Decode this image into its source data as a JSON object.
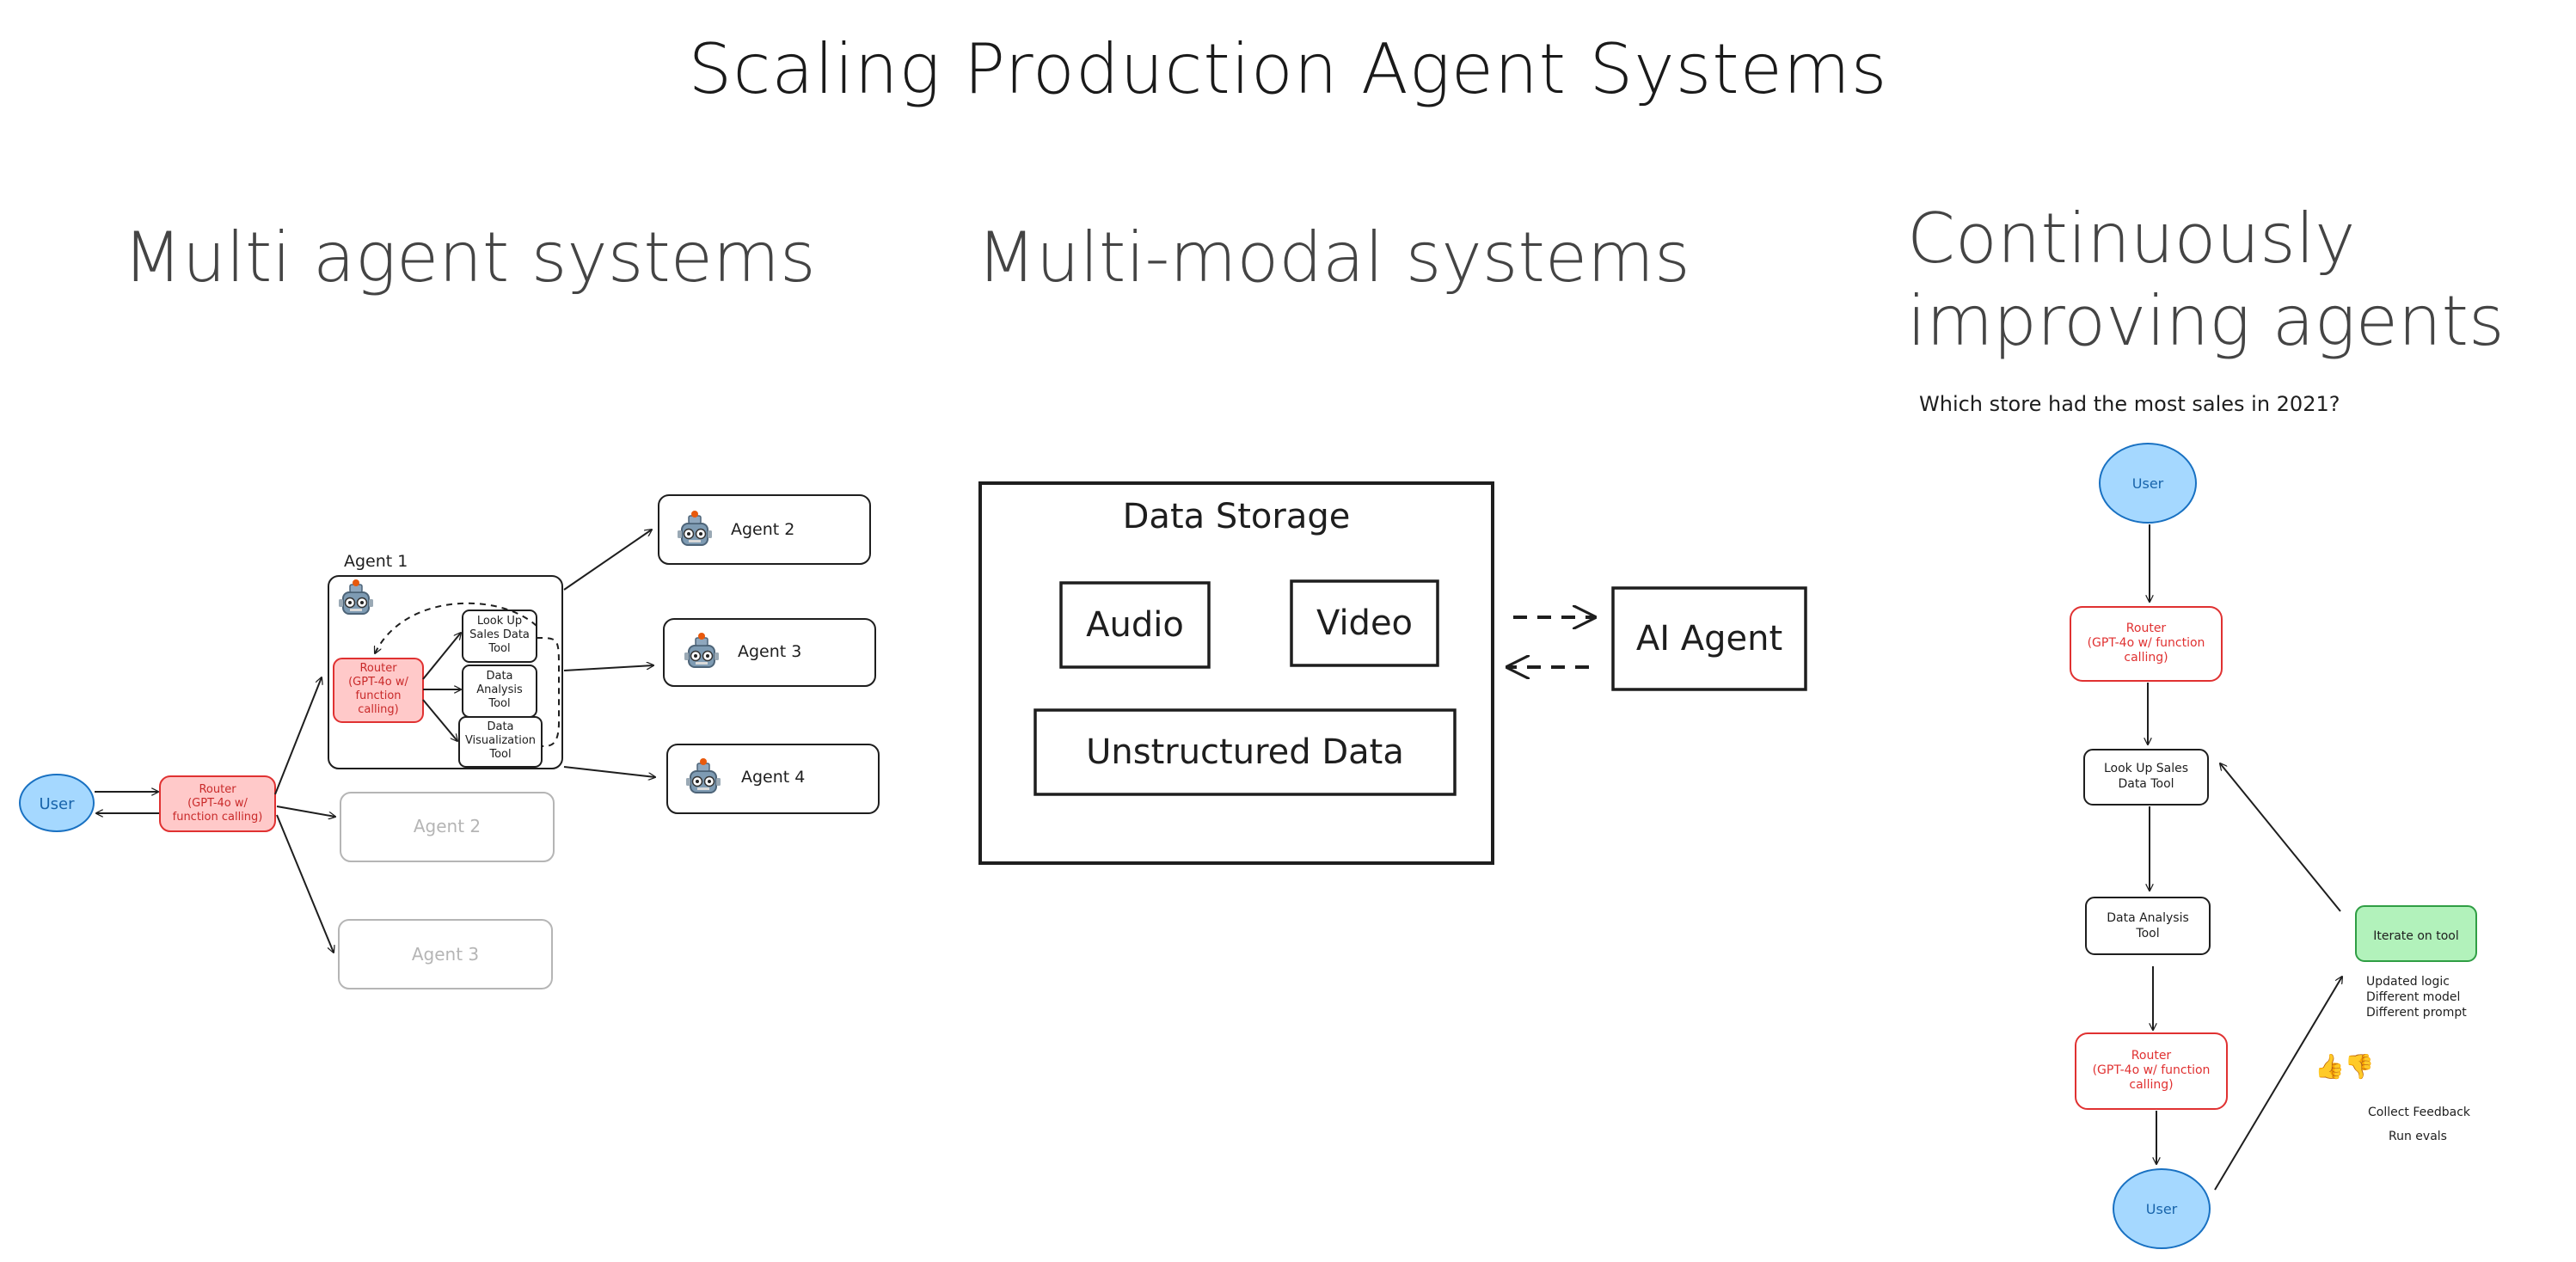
{
  "title": "Scaling Production Agent Systems",
  "sections": {
    "multi_agent": {
      "heading": "Multi agent systems",
      "user_label": "User",
      "router_label": [
        "Router",
        "(GPT-4o w/",
        "function calling)"
      ],
      "agent1": {
        "label": "Agent 1",
        "router_label": [
          "Router",
          "(GPT-4o w/",
          "function",
          "calling)"
        ],
        "tools": [
          [
            "Look Up",
            "Sales Data",
            "Tool"
          ],
          [
            "Data",
            "Analysis",
            "Tool"
          ],
          [
            "Data",
            "Visualization",
            "Tool"
          ]
        ]
      },
      "faded_agents": [
        "Agent 2",
        "Agent 3"
      ],
      "remote_agents": [
        "Agent 2",
        "Agent 3",
        "Agent 4"
      ]
    },
    "multi_modal": {
      "heading": "Multi-modal systems",
      "storage_label": "Data Storage",
      "audio_label": "Audio",
      "video_label": "Video",
      "unstructured_label": "Unstructured Data",
      "agent_label": "AI Agent"
    },
    "continuous": {
      "heading": "Continuously improving agents",
      "question": "Which store had the most sales in 2021?",
      "user_top": "User",
      "router_top": [
        "Router",
        "(GPT-4o w/ function",
        "calling)"
      ],
      "lookup_tool": [
        "Look Up Sales",
        "Data Tool"
      ],
      "analysis_tool": [
        "Data Analysis",
        "Tool"
      ],
      "router_bottom": [
        "Router",
        "(GPT-4o w/ function",
        "calling)"
      ],
      "user_bottom": "User",
      "iterate_label": "Iterate on tool",
      "iterate_notes": [
        "Updated logic",
        "Different model",
        "Different prompt"
      ],
      "feedback_emoji": "👍👎",
      "feedback_notes": [
        "Collect Feedback",
        "Run evals"
      ]
    }
  },
  "colors": {
    "user_fill": "#a5d8ff",
    "user_stroke": "#1971c2",
    "router_fill": "#ffc9c9",
    "router_stroke": "#e03131",
    "router_text": "#e03131",
    "iterate_fill": "#b2f2bb",
    "iterate_stroke": "#2f9e44",
    "faded": "#b5b5b5"
  }
}
